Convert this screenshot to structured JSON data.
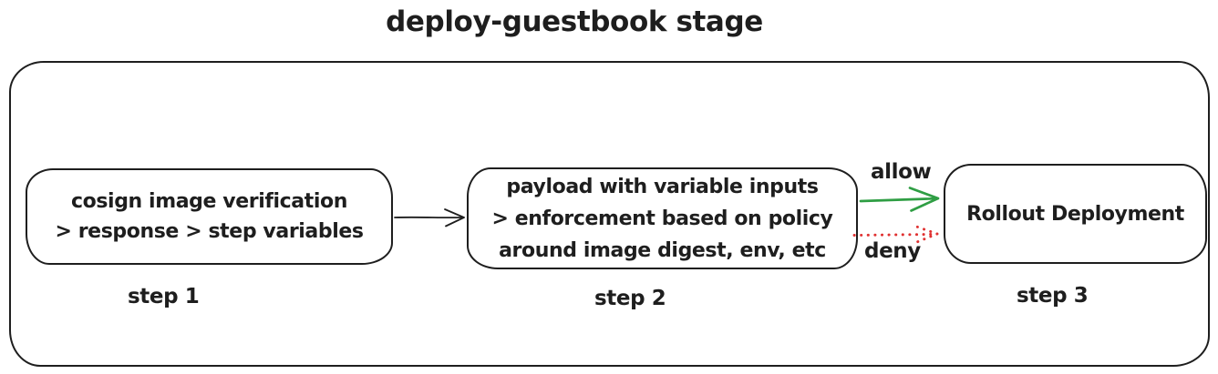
{
  "title": "deploy-guestbook stage",
  "colors": {
    "stroke": "#1e1e1e",
    "allow_green": "#2f9e44",
    "deny_red": "#e03131",
    "background": "#ffffff"
  },
  "nodes": [
    {
      "caption": "step 1",
      "lines": [
        "cosign image verification",
        "> response > step variables"
      ]
    },
    {
      "caption": "step 2",
      "lines": [
        "payload with variable inputs",
        "> enforcement based on policy",
        "around image digest, env, etc"
      ]
    },
    {
      "caption": "step 3",
      "lines": [
        "Rollout Deployment"
      ]
    }
  ],
  "edges": [
    {
      "from": "step 1",
      "to": "step 2",
      "label": "",
      "style": "solid",
      "color": "#1e1e1e"
    },
    {
      "from": "step 2",
      "to": "step 3",
      "label": "allow",
      "style": "solid",
      "color": "#2f9e44"
    },
    {
      "from": "step 2",
      "to": "step 3",
      "label": "deny",
      "style": "dotted",
      "color": "#e03131"
    }
  ]
}
